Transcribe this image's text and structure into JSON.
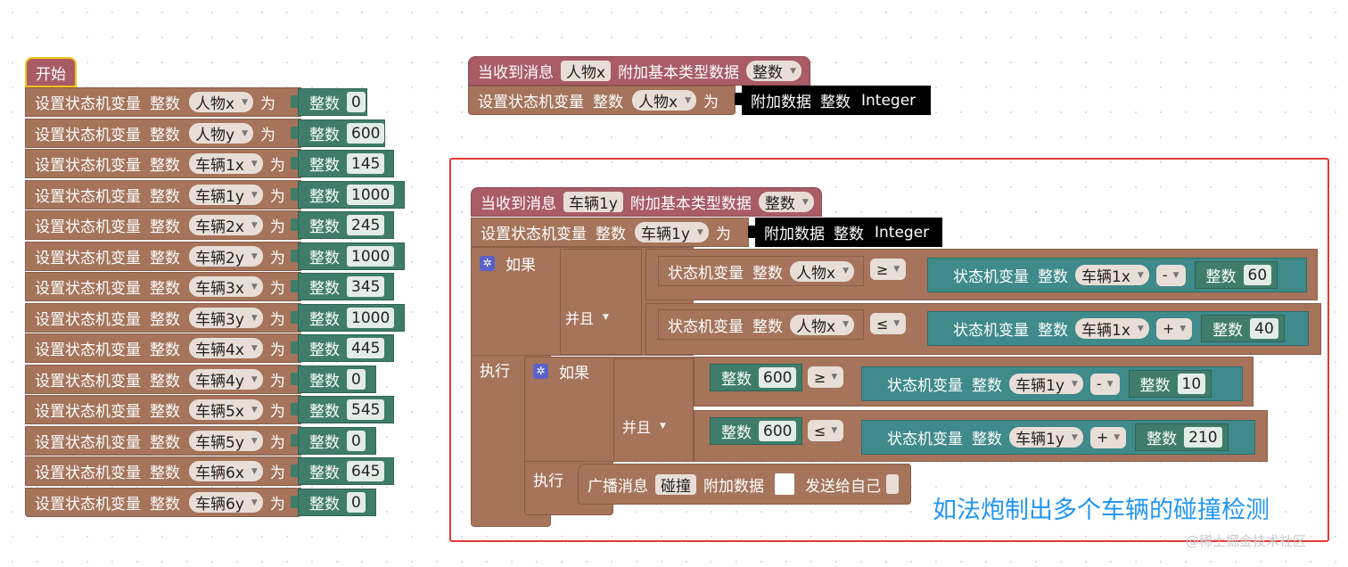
{
  "start_hat": {
    "label": "开始"
  },
  "init_rows": [
    {
      "set_label": "设置状态机变量",
      "type": "整数",
      "var": "人物x",
      "to": "为",
      "num_type": "整数",
      "value": "0"
    },
    {
      "set_label": "设置状态机变量",
      "type": "整数",
      "var": "人物y",
      "to": "为",
      "num_type": "整数",
      "value": "600"
    },
    {
      "set_label": "设置状态机变量",
      "type": "整数",
      "var": "车辆1x",
      "to": "为",
      "num_type": "整数",
      "value": "145"
    },
    {
      "set_label": "设置状态机变量",
      "type": "整数",
      "var": "车辆1y",
      "to": "为",
      "num_type": "整数",
      "value": "1000"
    },
    {
      "set_label": "设置状态机变量",
      "type": "整数",
      "var": "车辆2x",
      "to": "为",
      "num_type": "整数",
      "value": "245"
    },
    {
      "set_label": "设置状态机变量",
      "type": "整数",
      "var": "车辆2y",
      "to": "为",
      "num_type": "整数",
      "value": "1000"
    },
    {
      "set_label": "设置状态机变量",
      "type": "整数",
      "var": "车辆3x",
      "to": "为",
      "num_type": "整数",
      "value": "345"
    },
    {
      "set_label": "设置状态机变量",
      "type": "整数",
      "var": "车辆3y",
      "to": "为",
      "num_type": "整数",
      "value": "1000"
    },
    {
      "set_label": "设置状态机变量",
      "type": "整数",
      "var": "车辆4x",
      "to": "为",
      "num_type": "整数",
      "value": "445"
    },
    {
      "set_label": "设置状态机变量",
      "type": "整数",
      "var": "车辆4y",
      "to": "为",
      "num_type": "整数",
      "value": "0"
    },
    {
      "set_label": "设置状态机变量",
      "type": "整数",
      "var": "车辆5x",
      "to": "为",
      "num_type": "整数",
      "value": "545"
    },
    {
      "set_label": "设置状态机变量",
      "type": "整数",
      "var": "车辆5y",
      "to": "为",
      "num_type": "整数",
      "value": "0"
    },
    {
      "set_label": "设置状态机变量",
      "type": "整数",
      "var": "车辆6x",
      "to": "为",
      "num_type": "整数",
      "value": "645"
    },
    {
      "set_label": "设置状态机变量",
      "type": "整数",
      "var": "车辆6y",
      "to": "为",
      "num_type": "整数",
      "value": "0"
    }
  ],
  "handler1": {
    "recv_label": "当收到消息",
    "msg": "人物x",
    "attach_label": "附加基本类型数据",
    "type": "整数",
    "set_label": "设置状态机变量",
    "set_type": "整数",
    "var": "人物x",
    "to": "为",
    "data_label": "附加数据",
    "data_type": "整数",
    "data_class": "Integer"
  },
  "handler2": {
    "recv_label": "当收到消息",
    "msg": "车辆1y",
    "attach_label": "附加基本类型数据",
    "type": "整数",
    "set_label": "设置状态机变量",
    "set_type": "整数",
    "var": "车辆1y",
    "to": "为",
    "data_label": "附加数据",
    "data_type": "整数",
    "data_class": "Integer",
    "if_label": "如果",
    "and_label": "并且",
    "do_label": "执行",
    "cond1": {
      "var_label": "状态机变量",
      "type": "整数",
      "var": "人物x",
      "op": "≥",
      "rhs_var_label": "状态机变量",
      "rhs_type": "整数",
      "rhs_var": "车辆1x",
      "rhs_op": "-",
      "num_type": "整数",
      "num": "60"
    },
    "cond2": {
      "var_label": "状态机变量",
      "type": "整数",
      "var": "人物x",
      "op": "≤",
      "rhs_var_label": "状态机变量",
      "rhs_type": "整数",
      "rhs_var": "车辆1x",
      "rhs_op": "+",
      "num_type": "整数",
      "num": "40"
    },
    "inner_if_label": "如果",
    "inner_and_label": "并且",
    "inner_do_label": "执行",
    "cond3": {
      "num_type": "整数",
      "num": "600",
      "op": "≥",
      "rhs_var_label": "状态机变量",
      "rhs_type": "整数",
      "rhs_var": "车辆1y",
      "rhs_op": "-",
      "rhs_num_type": "整数",
      "rhs_num": "10"
    },
    "cond4": {
      "num_type": "整数",
      "num": "600",
      "op": "≤",
      "rhs_var_label": "状态机变量",
      "rhs_type": "整数",
      "rhs_var": "车辆1y",
      "rhs_op": "+",
      "rhs_num_type": "整数",
      "rhs_num": "210"
    },
    "broadcast": {
      "label": "广播消息",
      "msg": "碰撞",
      "attach_label": "附加数据",
      "send_label": "发送给自己"
    }
  },
  "annotation": "如法炮制出多个车辆的碰撞检测",
  "watermark": "@稀土掘金技术社区",
  "colors": {
    "highlight_box": "#e53935",
    "annotation_text": "#2196f3"
  }
}
